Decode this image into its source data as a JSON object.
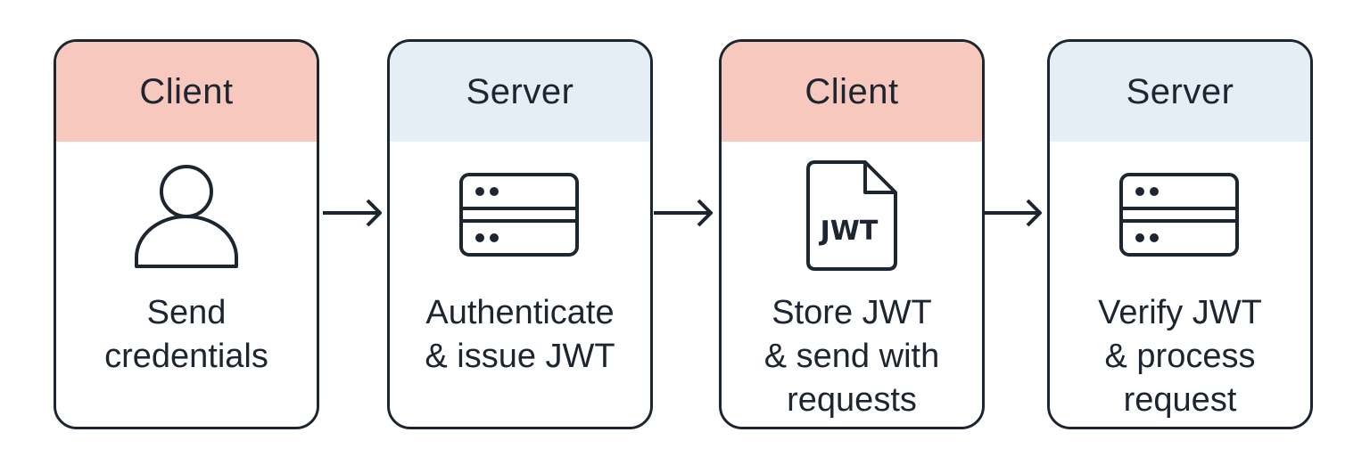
{
  "steps": [
    {
      "header": "Client",
      "icon": "user-icon",
      "lines": [
        "Send",
        "credentials"
      ]
    },
    {
      "header": "Server",
      "icon": "server-icon",
      "lines": [
        "Authenticate",
        "& issue JWT"
      ]
    },
    {
      "header": "Client",
      "icon": "jwt-document-icon",
      "icon_label": "JWT",
      "lines": [
        "Store JWT",
        "& send with",
        "requests"
      ]
    },
    {
      "header": "Server",
      "icon": "server-icon",
      "lines": [
        "Verify JWT",
        "& process",
        "request"
      ]
    }
  ],
  "colors": {
    "client_header": "#f7c8bd",
    "server_header": "#e6eef5",
    "stroke": "#1d2530"
  }
}
